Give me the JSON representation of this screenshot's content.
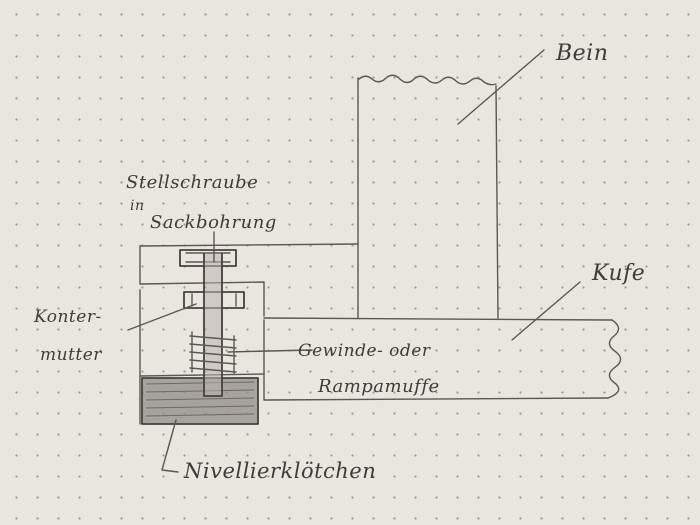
{
  "labels": {
    "bein": "Bein",
    "kufe": "Kufe",
    "stellschraube_line1": "Stellschraube",
    "stellschraube_line2": "in",
    "stellschraube_line3": "Sackbohrung",
    "konter_line1": "Konter-",
    "konter_line2": "mutter",
    "gewinde_line1": "Gewinde- oder",
    "gewinde_line2": "Rampamuffe",
    "nivellier": "Nivellierklötchen"
  },
  "colors": {
    "paper": "#e9e5df",
    "dot": "#9c9893",
    "pencil": "#5a5754",
    "block_fill": "#8f8b87"
  }
}
